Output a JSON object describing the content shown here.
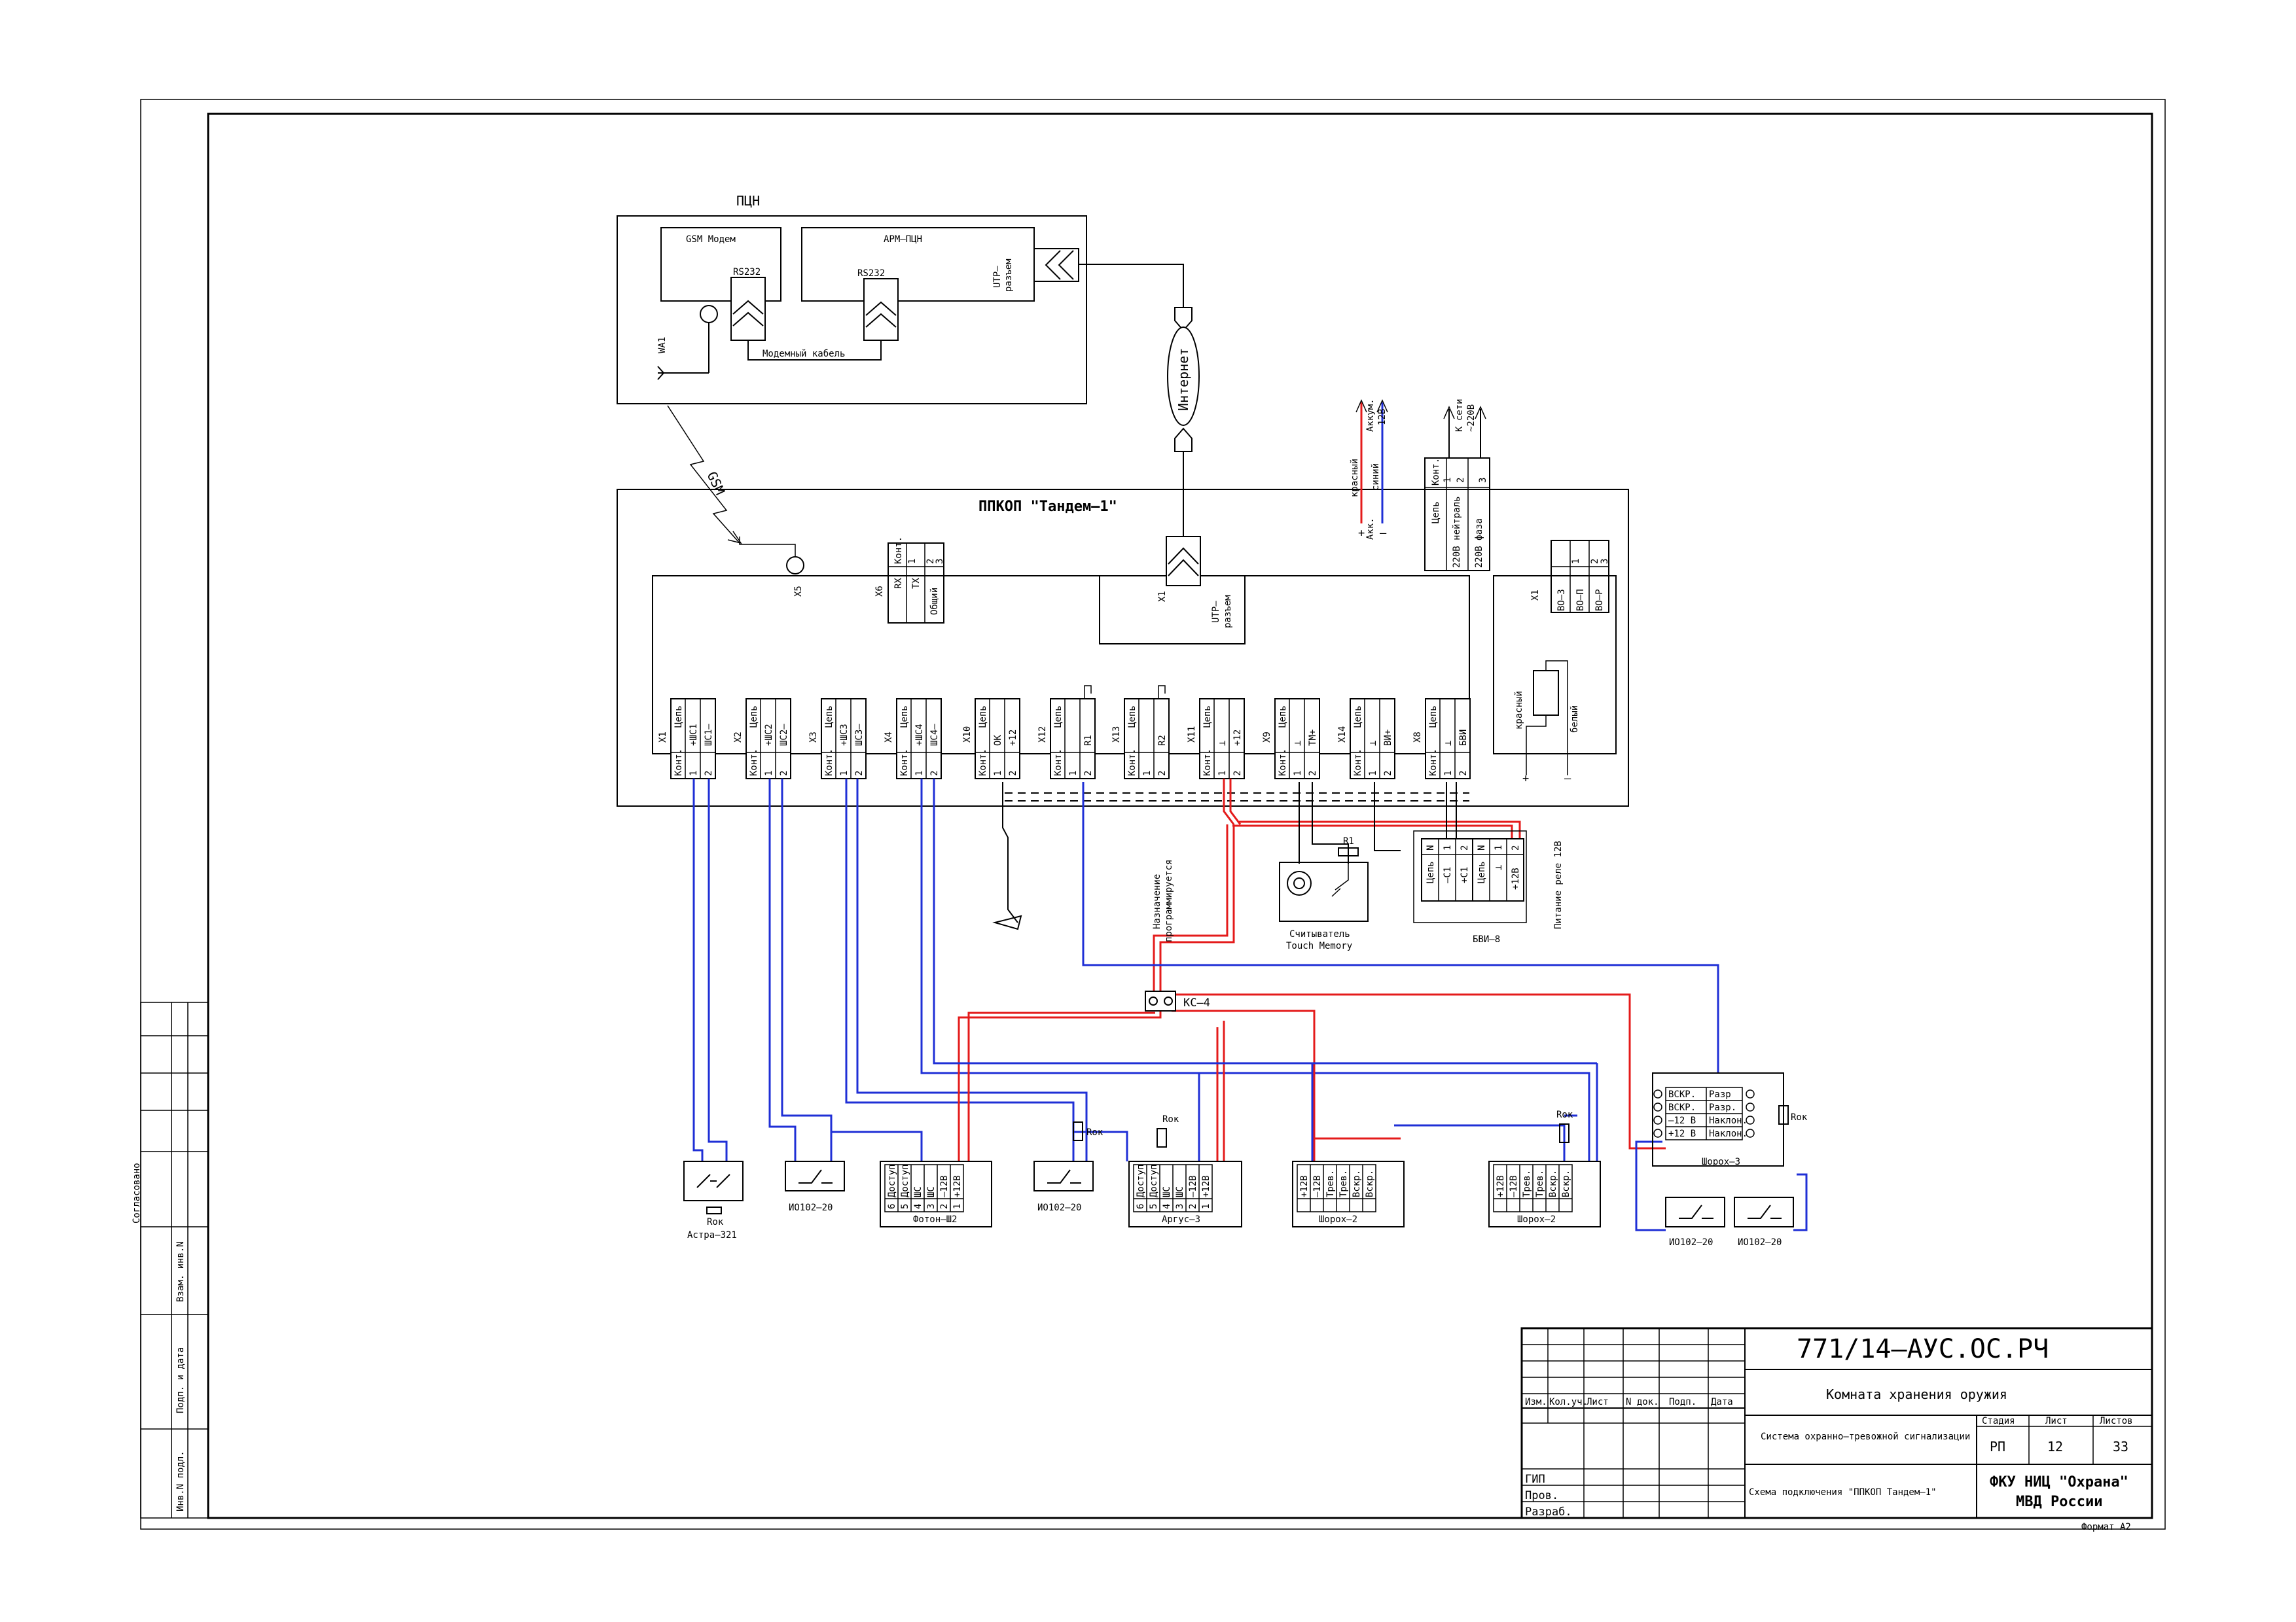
{
  "stamp": {
    "doc_code": "771/14–АУС.ОС.РЧ",
    "object_name": "Комната хранения оружия",
    "system_name": "Система охранно–тревожной сигнализации",
    "sheet_title": "Схема подключения \"ППКОП Тандем–1\"",
    "stage_label": "Стадия",
    "sheet_label": "Лист",
    "sheets_label": "Листов",
    "stage": "РП",
    "sheet": "12",
    "sheets": "33",
    "org_line1": "ФКУ НИЦ \"Охрана\"",
    "org_line2": "МВД России",
    "format": "Формат А2",
    "hdr_izm": "Изм.",
    "hdr_kol": "Кол.уч.",
    "hdr_list": "Лист",
    "hdr_ndok": "N док.",
    "hdr_podp": "Подп.",
    "hdr_data": "Дата",
    "role_gip": "ГИП",
    "role_prov": "Пров.",
    "role_razrab": "Разраб."
  },
  "side_stamp": {
    "agreed": "Согласовано",
    "vzam": "Взам. инв.N",
    "podp": "Подп. и дата",
    "inv": "Инв.N подл."
  },
  "ptsn": {
    "title": "ПЦН",
    "modem": "GSM Модем",
    "rs232_a": "RS232",
    "arm": "АРМ–ПЦН",
    "rs232_b": "RS232",
    "utp": "UTP–",
    "utp2": "разъем",
    "cable": "Модемный кабель",
    "antenna": "WA1",
    "gsm": "GSM",
    "internet": "Интернет"
  },
  "ppkop": {
    "title": "ППКОП \"Тандем–1\"",
    "x5": "X5",
    "x6": "X6",
    "x6_kont": "Конт.",
    "x6_rows": [
      [
        "RX",
        "1"
      ],
      [
        "TX",
        "2"
      ],
      [
        "Общий",
        "3"
      ]
    ],
    "x1_utp": "X1",
    "utp_line1": "UTP–",
    "utp_line2": "разъем",
    "power_x1": "X1",
    "power_rows": [
      [
        "ВО–3",
        "1"
      ],
      [
        "ВО–П",
        "2"
      ],
      [
        "ВО–Р",
        "3"
      ]
    ],
    "battery_red": "красный",
    "battery_white": "белый",
    "battery_plus": "+",
    "battery_minus": "–"
  },
  "supply": {
    "red": "красный",
    "blue": "синий",
    "akk": "Аккум.",
    "akk_v": "12В",
    "akk_short": "Акк.",
    "plus": "+",
    "minus": "–",
    "net": "К сети",
    "net_v": "~220В",
    "kont": "Конт.",
    "cep": "Цепь",
    "rows": [
      [
        "",
        "1"
      ],
      [
        "220В нейтраль",
        "2"
      ],
      [
        "220В фаза",
        "3"
      ]
    ]
  },
  "terminals": [
    {
      "id": "X1",
      "c1": "+ШС1",
      "c2": "ШС1–"
    },
    {
      "id": "X2",
      "c1": "+ШС2",
      "c2": "ШС2–"
    },
    {
      "id": "X3",
      "c1": "+ШС3",
      "c2": "ШС3–"
    },
    {
      "id": "X4",
      "c1": "+ШС4",
      "c2": "ШС4–"
    },
    {
      "id": "X10",
      "c1": "ОК",
      "c2": "+12"
    },
    {
      "id": "X12",
      "c1": "",
      "c2": "R1"
    },
    {
      "id": "X13",
      "c1": "",
      "c2": "R2"
    },
    {
      "id": "X11",
      "c1": "⊥",
      "c2": "+12"
    },
    {
      "id": "X9",
      "c1": "⊥",
      "c2": "TM+"
    },
    {
      "id": "X14",
      "c1": "⊥",
      "c2": "ВИ+"
    },
    {
      "id": "X8",
      "c1": "⊥",
      "c2": "БВИ"
    }
  ],
  "term_labels": {
    "kont": "Конт.",
    "cep": "Цепь",
    "n1": "1",
    "n2": "2"
  },
  "devices": {
    "astra": "Астра–321",
    "rok": "Rок",
    "io1": "ИО102–20",
    "io2": "ИО102–20",
    "io3": "ИО102–20",
    "io4": "ИО102–20",
    "foton": "Фотон–Ш2",
    "foton_rows": [
      "Доступ",
      "Доступ",
      "ШС",
      "ШС",
      "–12В",
      "+12В"
    ],
    "foton_nums": [
      "6",
      "5",
      "4",
      "3",
      "2",
      "1"
    ],
    "argus": "Аргус–3",
    "argus_rows": [
      "Доступ",
      "Доступ",
      "ШС",
      "ШС",
      "–12В",
      "+12В"
    ],
    "argus_nums": [
      "6",
      "5",
      "4",
      "3",
      "2",
      "1"
    ],
    "shorokh2a": "Шорох–2",
    "shorokh2b": "Шорох–2",
    "sh2_rows": [
      "+12В",
      "–12В",
      "Трев.",
      "Трев.",
      "Вскр.",
      "Вскр."
    ],
    "shorokh3": "Шорох–3",
    "sh3_rows": [
      [
        "ВСКР.",
        "Разр"
      ],
      [
        "ВСКР.",
        "Разр."
      ],
      [
        "–12 В",
        "Наклон."
      ],
      [
        "+12 В",
        "Наклон."
      ]
    ],
    "ks4": "КС–4",
    "reader1": "Считыватель",
    "reader2": "Touch Memory",
    "r1": "R1",
    "bvi": "БВИ–8",
    "bvi_rows": [
      [
        "Цепь",
        "N"
      ],
      [
        "–С1",
        "1"
      ],
      [
        "+С1",
        "2"
      ]
    ],
    "relay_rows": [
      [
        "Цепь",
        "N"
      ],
      [
        "⊥",
        "1"
      ],
      [
        "+12В",
        "2"
      ]
    ],
    "relay_power": "Питание реле 12В",
    "purpose": "Назначение",
    "purpose2": "программируется"
  }
}
